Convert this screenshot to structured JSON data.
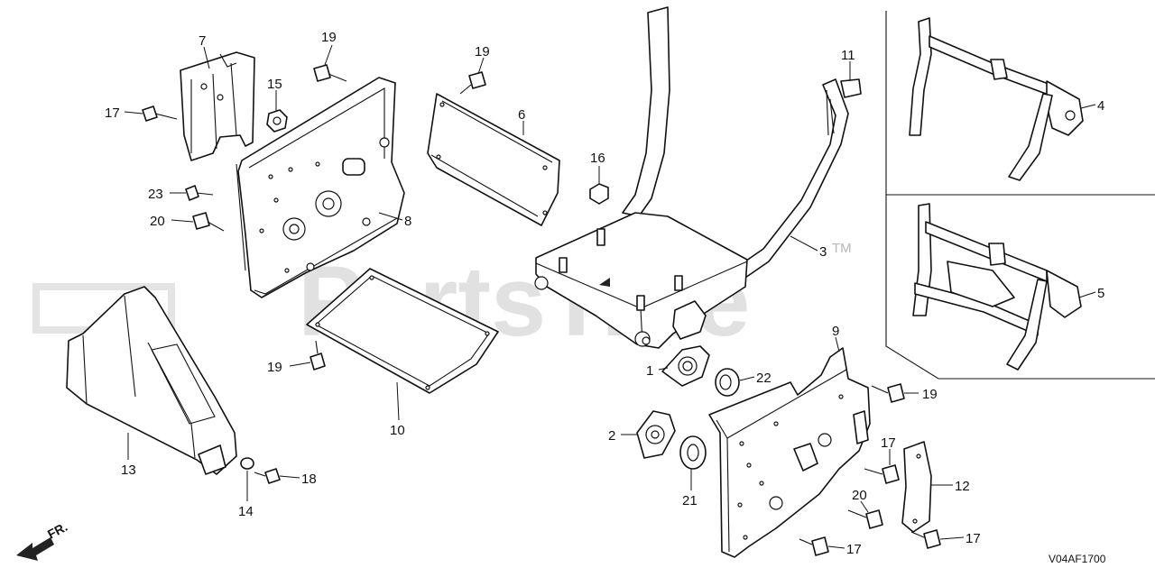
{
  "diagram": {
    "watermark": "PartsTree",
    "watermark_tm": "TM",
    "figure_code": "V04AF1700",
    "direction_label": "FR.",
    "callouts": [
      "1",
      "2",
      "3",
      "4",
      "5",
      "6",
      "7",
      "8",
      "9",
      "10",
      "11",
      "12",
      "13",
      "14",
      "15",
      "16",
      "17",
      "18",
      "19",
      "20",
      "21",
      "22",
      "23"
    ],
    "labels": [
      {
        "id": "c1",
        "text": "1"
      },
      {
        "id": "c2",
        "text": "2"
      },
      {
        "id": "c3",
        "text": "3"
      },
      {
        "id": "c4",
        "text": "4"
      },
      {
        "id": "c5",
        "text": "5"
      },
      {
        "id": "c6",
        "text": "6"
      },
      {
        "id": "c7",
        "text": "7"
      },
      {
        "id": "c8",
        "text": "8"
      },
      {
        "id": "c9",
        "text": "9"
      },
      {
        "id": "c10",
        "text": "10"
      },
      {
        "id": "c11",
        "text": "11"
      },
      {
        "id": "c12",
        "text": "12"
      },
      {
        "id": "c13",
        "text": "13"
      },
      {
        "id": "c14",
        "text": "14"
      },
      {
        "id": "c15",
        "text": "15"
      },
      {
        "id": "c16",
        "text": "16"
      },
      {
        "id": "c17a",
        "text": "17"
      },
      {
        "id": "c17b",
        "text": "17"
      },
      {
        "id": "c17c",
        "text": "17"
      },
      {
        "id": "c17d",
        "text": "17"
      },
      {
        "id": "c18",
        "text": "18"
      },
      {
        "id": "c19a",
        "text": "19"
      },
      {
        "id": "c19b",
        "text": "19"
      },
      {
        "id": "c19c",
        "text": "19"
      },
      {
        "id": "c19d",
        "text": "19"
      },
      {
        "id": "c20a",
        "text": "20"
      },
      {
        "id": "c20b",
        "text": "20"
      },
      {
        "id": "c21",
        "text": "21"
      },
      {
        "id": "c22",
        "text": "22"
      },
      {
        "id": "c23",
        "text": "23"
      }
    ]
  }
}
